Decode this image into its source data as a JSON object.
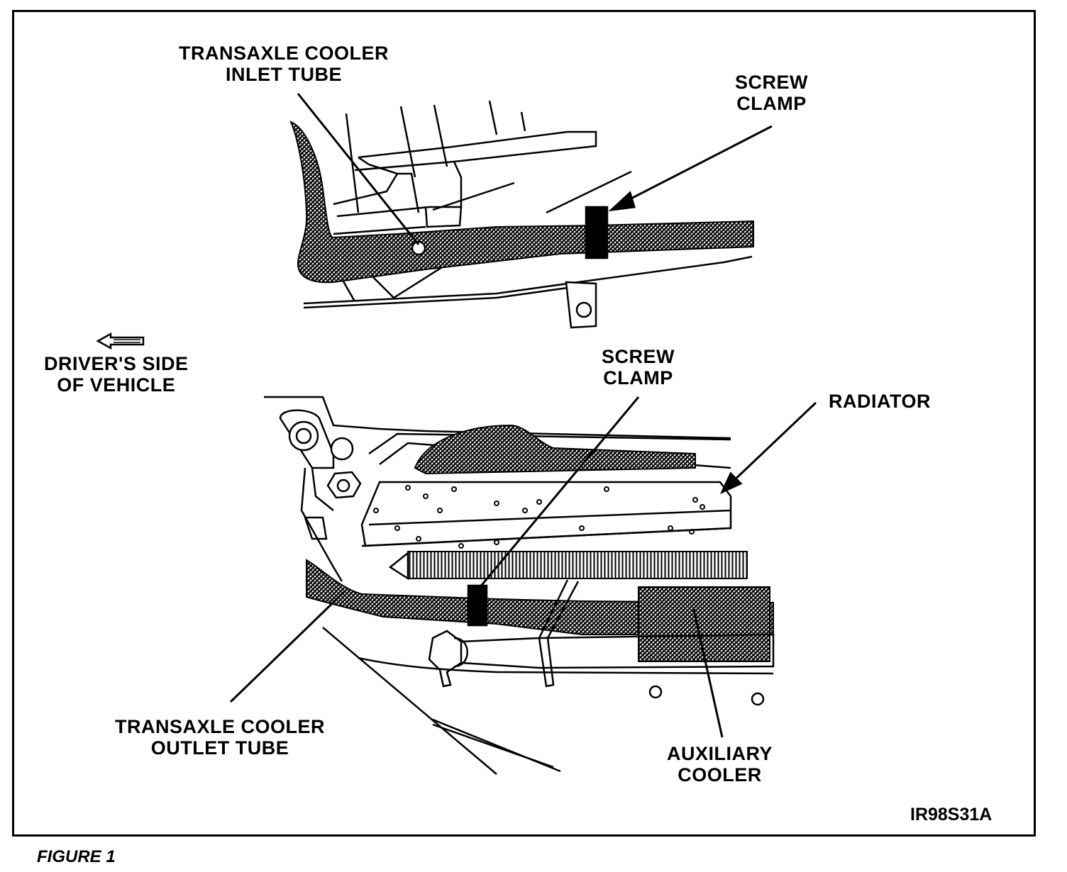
{
  "labels": {
    "inlet_tube": "TRANSAXLE COOLER\nINLET TUBE",
    "screw_clamp_top": "SCREW\nCLAMP",
    "drivers_side": "DRIVER'S SIDE\nOF VEHICLE",
    "screw_clamp_bottom": "SCREW\nCLAMP",
    "radiator": "RADIATOR",
    "outlet_tube": "TRANSAXLE COOLER\nOUTLET TUBE",
    "auxiliary_cooler": "AUXILIARY\nCOOLER",
    "figure_id": "IR98S31A"
  },
  "caption": "FIGURE 1",
  "icons": {
    "direction_arrow": "left-arrow-icon"
  }
}
